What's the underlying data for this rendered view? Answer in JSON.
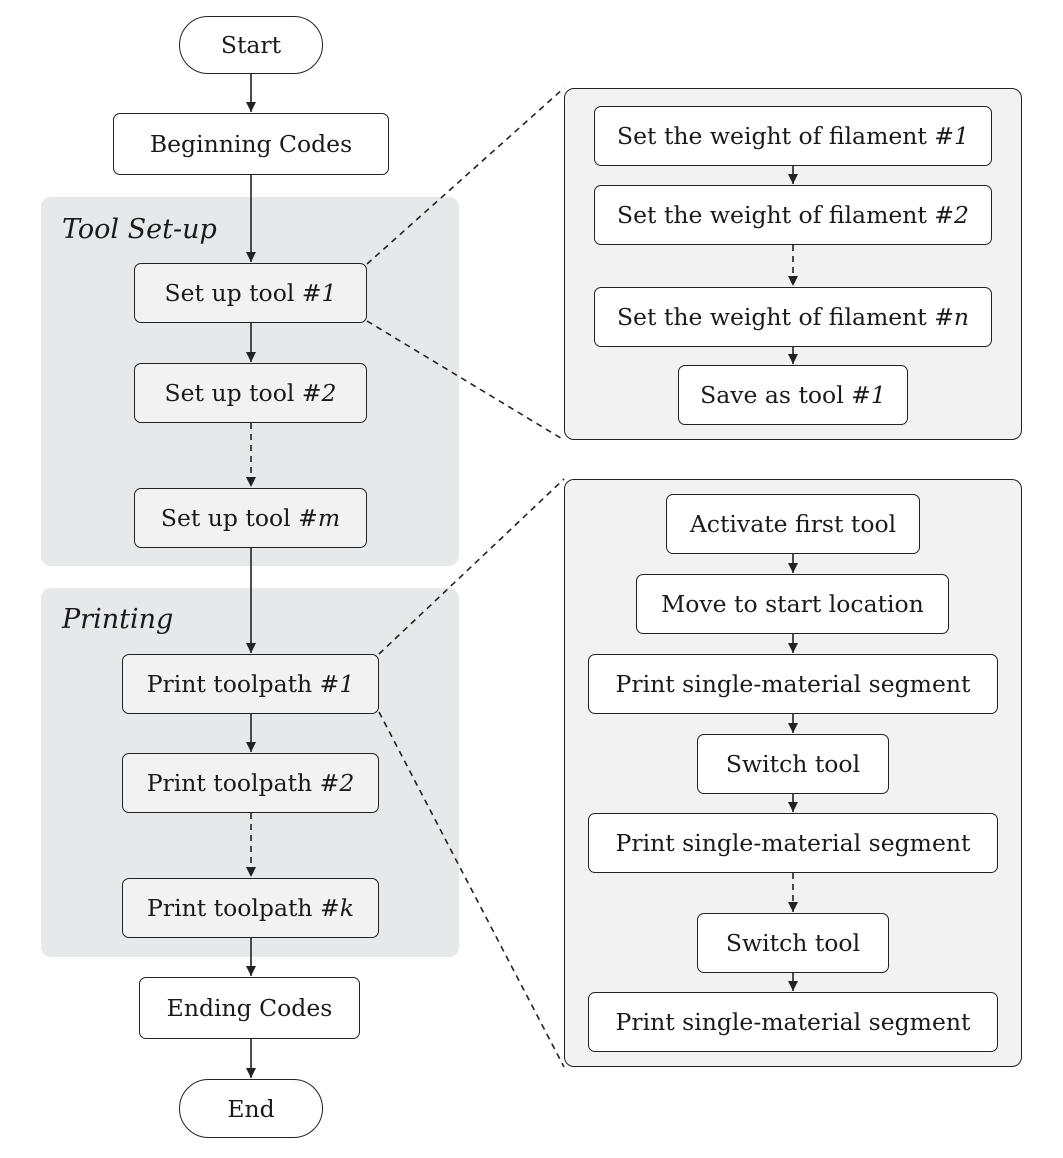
{
  "colors": {
    "stroke": "#222222",
    "region_fill": "#e7e8ea",
    "panel_fill": "#f2f2f2",
    "node_fill": "#ffffff"
  },
  "regions": {
    "tool_setup": "Tool Set-up",
    "printing": "Printing"
  },
  "main_flow": {
    "start": "Start",
    "beginning_codes": "Beginning Codes",
    "tool_1": {
      "text": "Set up tool #",
      "num": "1"
    },
    "tool_2": {
      "text": "Set up tool #",
      "num": "2"
    },
    "tool_m": {
      "text": "Set up tool #",
      "num": "m"
    },
    "toolpath_1": {
      "text": "Print toolpath #",
      "num": "1"
    },
    "toolpath_2": {
      "text": "Print toolpath #",
      "num": "2"
    },
    "toolpath_k": {
      "text": "Print toolpath #",
      "num": "k"
    },
    "ending_codes": "Ending Codes",
    "end": "End"
  },
  "tool_detail": {
    "weight_1": {
      "text": "Set the weight of filament #",
      "num": "1"
    },
    "weight_2": {
      "text": "Set the weight of filament #",
      "num": "2"
    },
    "weight_n": {
      "text": "Set the weight of filament #",
      "num": "n"
    },
    "save": {
      "text": "Save as tool #",
      "num": "1"
    }
  },
  "print_detail": {
    "activate": "Activate first tool",
    "move": "Move to start location",
    "segment_1": "Print single-material segment",
    "switch_1": "Switch tool",
    "segment_2": "Print single-material segment",
    "switch_2": "Switch tool",
    "segment_3": "Print single-material segment"
  }
}
